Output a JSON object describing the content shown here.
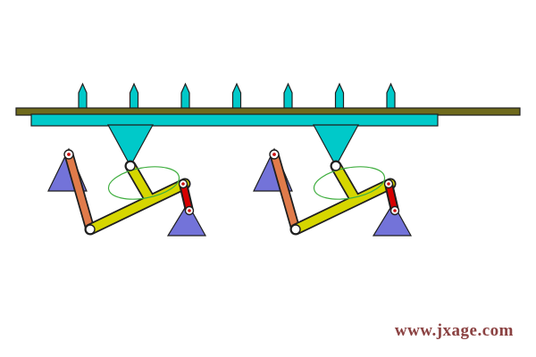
{
  "watermark": {
    "text": "www.jxage.com",
    "color": "#8b4242"
  },
  "scene": {
    "description": "walking-beam conveyor linkage animation frame",
    "mechanism_count": 2,
    "rack_tooth_count": 7
  },
  "colors": {
    "background": "#ffffff",
    "outline": "#1f1f1f",
    "rail": "#6f6a1d",
    "rack": "#00c9c9",
    "support": "#7373d9",
    "rocker": "#e07b4a",
    "coupler": "#d6d600",
    "crank": "#d60000",
    "joint_fill": "#ffffff",
    "joint_pin": "#cc1111",
    "path_curve": "#3fae3f"
  }
}
